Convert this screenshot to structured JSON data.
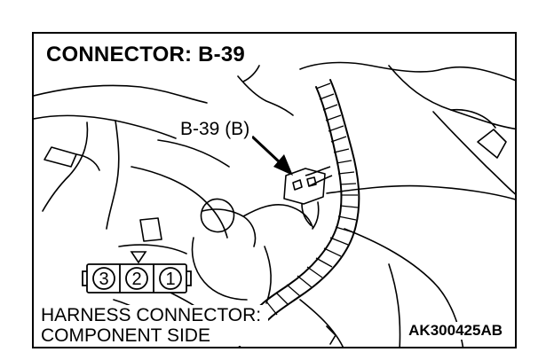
{
  "diagram": {
    "title": "CONNECTOR: B-39",
    "callout_label": "B-39 (B)",
    "caption_lines": [
      "HARNESS CONNECTOR:",
      "COMPONENT SIDE"
    ],
    "figure_code": "AK300425AB",
    "connector_pins": [
      "3",
      "2",
      "1"
    ]
  }
}
